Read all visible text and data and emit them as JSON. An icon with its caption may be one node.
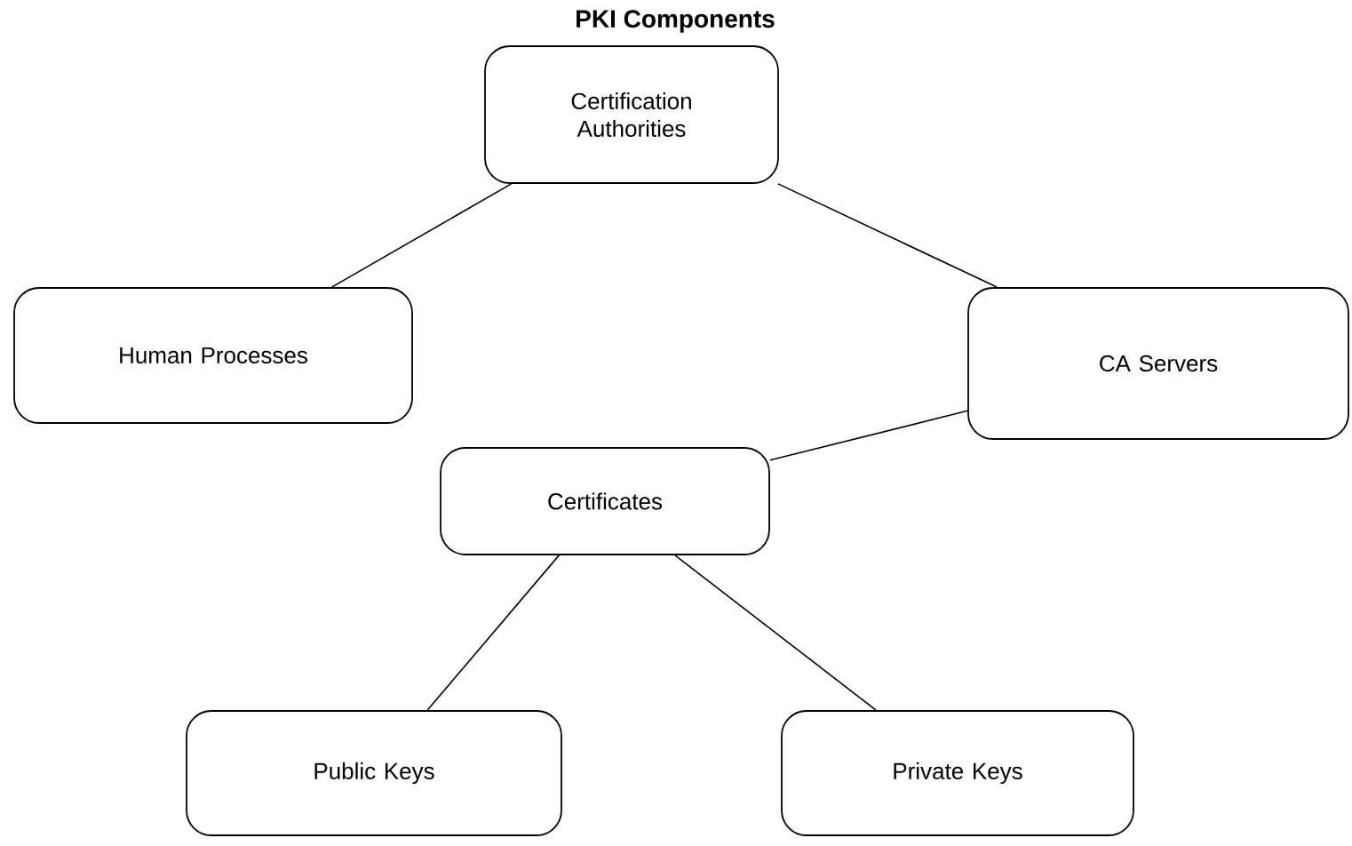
{
  "diagram": {
    "title": "PKI Components",
    "nodes": [
      {
        "text": [
          "Certification Authorities"
        ]
      },
      {
        "text": [
          "Human Processes"
        ]
      },
      {
        "text": [
          "CA Servers"
        ]
      },
      {
        "text": [
          "Certificates"
        ]
      },
      {
        "text": [
          "Public Keys"
        ]
      },
      {
        "text": [
          "Private Keys"
        ]
      }
    ],
    "edges": [
      {
        "from": 0,
        "to": 1,
        "arrow": "none"
      },
      {
        "from": 0,
        "to": 2,
        "arrow": "none"
      },
      {
        "from": 2,
        "to": 3,
        "arrow": "none"
      },
      {
        "from": 3,
        "to": 4,
        "arrow": "none"
      },
      {
        "from": 3,
        "to": 5,
        "arrow": "none"
      }
    ]
  }
}
